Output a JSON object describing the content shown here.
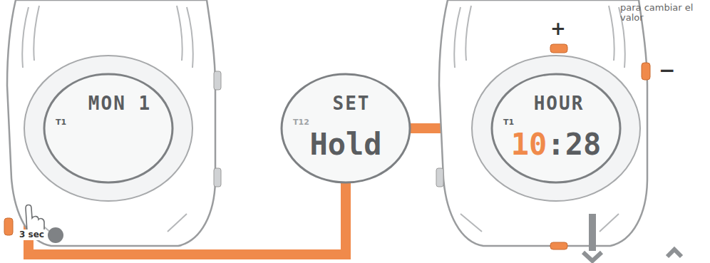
{
  "diagram": {
    "nodes": [
      {
        "text": [
          "MON 1"
        ]
      },
      {
        "text": [
          "SET",
          "Hold"
        ]
      },
      {
        "text": [
          "HOUR",
          "10",
          ":28"
        ]
      }
    ],
    "edges": [
      {
        "from": 0,
        "to": 1,
        "arrow": "none"
      },
      {
        "from": 1,
        "to": 2,
        "arrow": "none"
      }
    ],
    "labels": [
      "3 sec",
      "T1",
      "T12",
      "T1",
      "+",
      "−",
      "para cambiar el valor"
    ]
  }
}
